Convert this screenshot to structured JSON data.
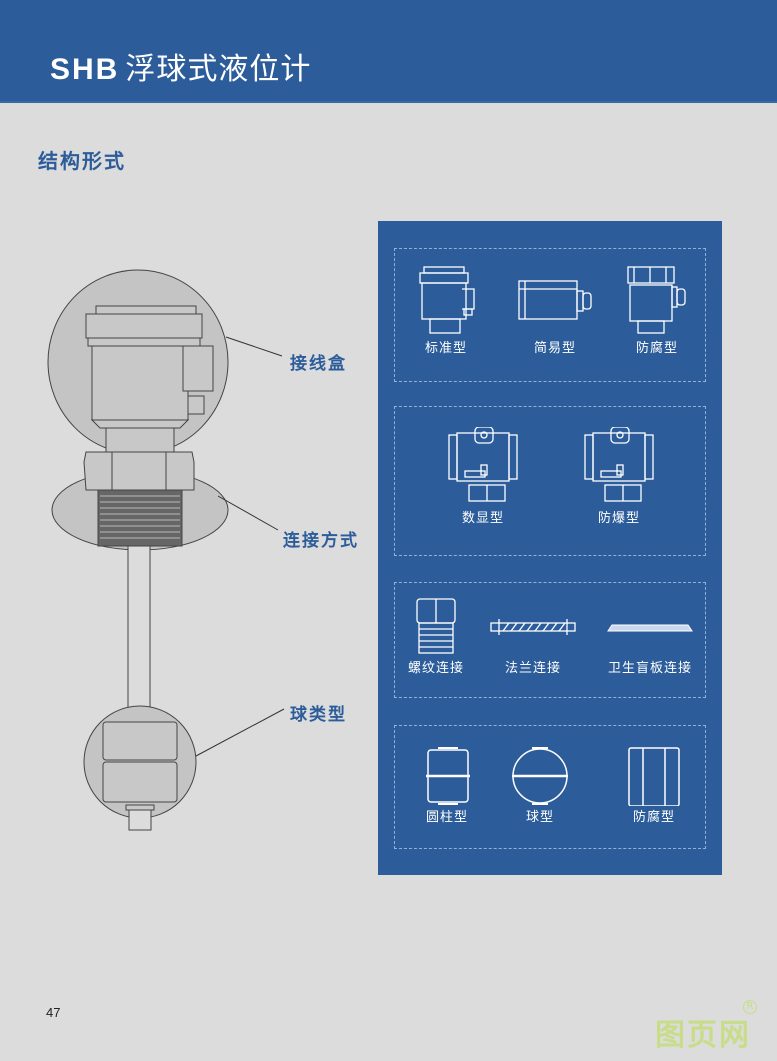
{
  "header": {
    "brand": "SHB",
    "title": "浮球式液位计"
  },
  "section_title": "结构形式",
  "callouts": {
    "junction_box": "接线盒",
    "connection": "连接方式",
    "float_type": "球类型"
  },
  "panel": {
    "groups": [
      {
        "name": "junction-box-types",
        "items": [
          {
            "label": "标准型"
          },
          {
            "label": "简易型"
          },
          {
            "label": "防腐型"
          }
        ]
      },
      {
        "name": "display-types",
        "items": [
          {
            "label": "数显型"
          },
          {
            "label": "防爆型"
          }
        ]
      },
      {
        "name": "connection-types",
        "items": [
          {
            "label": "螺纹连接"
          },
          {
            "label": "法兰连接"
          },
          {
            "label": "卫生盲板连接"
          }
        ]
      },
      {
        "name": "float-types",
        "items": [
          {
            "label": "圆柱型"
          },
          {
            "label": "球型"
          },
          {
            "label": "防腐型"
          }
        ]
      }
    ]
  },
  "footer": {
    "page_number": "47",
    "watermark": "图页网",
    "watermark_mark": "R"
  },
  "colors": {
    "brand_blue": "#2c5d9a",
    "background": "#dcdcdc",
    "watermark": "#c8dd8a"
  }
}
